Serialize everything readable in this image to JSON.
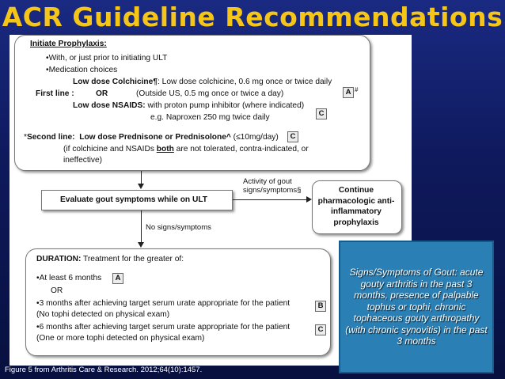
{
  "title": "ACR Guideline Recommendations",
  "top_box": {
    "heading": "Initiate Prophylaxis:",
    "bullet1": "•With, or just prior to initiating ULT",
    "bullet2": "•Medication choices",
    "colchicine_label": "Low dose Colchicine¶",
    "colchicine_text": ": Low dose colchicine, 0.6 mg once or twice daily",
    "colchicine_us": "(Outside US, 0.5 mg once or twice a day)",
    "first_line": "First line :",
    "or": "OR",
    "nsaids_label": "Low dose NSAIDS:",
    "nsaids_text": " with proton pump inhibitor (where indicated)",
    "naproxen": "e.g. Naproxen 250 mg twice daily",
    "second_line_prefix": "*",
    "second_line_label": "Second line:",
    "pred_label": "Low dose Prednisone or Prednisolone^",
    "pred_text": " (≤10mg/day)",
    "pred_note_a": "(if colchicine and NSAIDs ",
    "pred_note_both": "both",
    "pred_note_b": " are not tolerated, contra-indicated, or",
    "pred_note_c": "ineffective)",
    "grade_first": "A",
    "grade_first_mark": "#",
    "grade_nsaids": "C",
    "grade_second": "C"
  },
  "evaluate_box": "Evaluate gout symptoms while on ULT",
  "activity_label": "Activity of gout signs/symptoms§",
  "continue_box": "Continue pharmacologic anti-inflammatory prophylaxis",
  "no_signs_label": "No signs/symptoms",
  "duration_box": {
    "heading": "DURATION:",
    "heading_text": " Treatment for the greater of:",
    "item1": "•At least 6 months",
    "grade1": "A",
    "or": "OR",
    "item2": "•3 months after achieving target serum urate appropriate for the patient",
    "item2_note": "(No tophi detected on physical exam)",
    "grade2": "B",
    "item3": "•6 months after achieving target serum urate appropriate for the patient",
    "item3_note": "(One or more tophi detected on physical exam)",
    "grade3": "C"
  },
  "callout": "Signs/Symptoms of Gout: acute gouty arthritis in the past 3 months, presence of palpable tophus or tophi, chronic tophaceous gouty arthropathy (with chronic synovitis) in the past 3 months",
  "caption": "Figure 5 from Arthritis Care & Research. 2012;64(10):1457.",
  "colors": {
    "title": "#f5c518",
    "background": "#0f1a5e",
    "callout": "#2a7fb5"
  }
}
